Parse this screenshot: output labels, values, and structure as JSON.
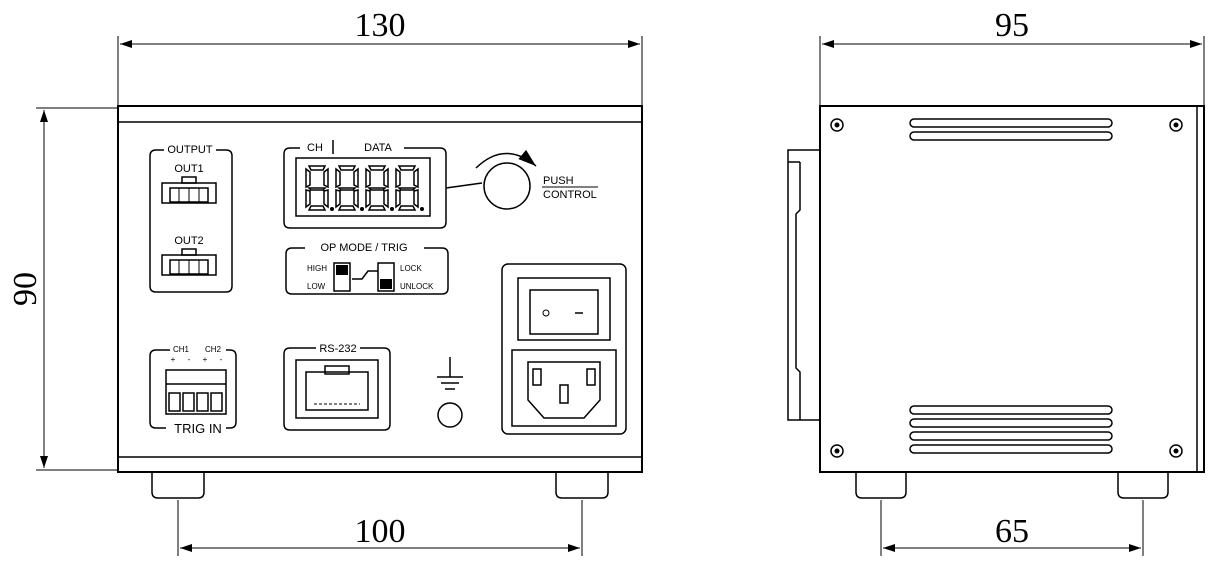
{
  "dimensions": {
    "front_width": "130",
    "side_depth": "95",
    "front_height": "90",
    "front_foot_spacing": "100",
    "side_foot_spacing": "65"
  },
  "front_panel": {
    "output_title": "OUTPUT",
    "out1_label": "OUT1",
    "out2_label": "OUT2",
    "ch_label": "CH",
    "data_label": "DATA",
    "display_digits": "8.8.8.8.",
    "push_label": "PUSH",
    "control_label": "CONTROL",
    "opmode_title": "OP MODE / TRIG",
    "high_label": "HIGH",
    "low_label": "LOW",
    "lock_label": "LOCK",
    "unlock_label": "UNLOCK",
    "ch1_label": "CH1",
    "ch2_label": "CH2",
    "plus_label": "+",
    "minus_label": "-",
    "trig_in_label": "TRIG IN",
    "rs232_label": "RS-232"
  }
}
